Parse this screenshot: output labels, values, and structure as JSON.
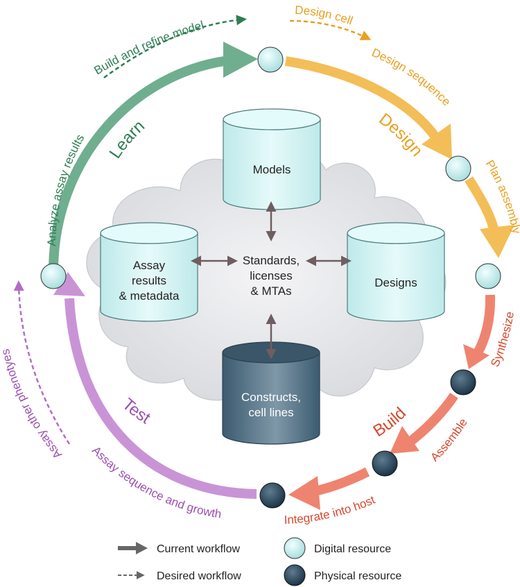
{
  "phases": {
    "learn": "Learn",
    "design": "Design",
    "build": "Build",
    "test": "Test"
  },
  "steps": {
    "build_refine_model": "Build and refine model",
    "design_cell": "Design cell",
    "design_sequence": "Design sequence",
    "plan_assembly": "Plan assembly",
    "synthesize": "Synthesize",
    "assemble": "Assemble",
    "integrate_into_host": "Integrate into host",
    "assay_sequence_growth": "Assay sequence and growth",
    "assay_other_phenotypes": "Assay other phenotyes",
    "analyze_assay_results": "Analyze assay results"
  },
  "databases": {
    "models": "Models",
    "assay_line1": "Assay",
    "assay_line2": "results",
    "assay_line3": "& metadata",
    "designs": "Designs",
    "constructs_line1": "Constructs,",
    "constructs_line2": "cell lines",
    "center_line1": "Standards,",
    "center_line2": "licenses",
    "center_line3": "& MTAs"
  },
  "legend": {
    "current_workflow": "Current workflow",
    "desired_workflow": "Desired workflow",
    "digital_resource": "Digital resource",
    "physical_resource": "Physical resource"
  },
  "colors": {
    "learn": "#6fae8f",
    "learn_text": "#2e7d53",
    "design": "#f3be57",
    "design_text": "#e8a01f",
    "build": "#ee8470",
    "build_text": "#d9482d",
    "test": "#c994d6",
    "test_text": "#9b4fb0",
    "digital": "#cdf1f1",
    "physical": "#2c4a5e"
  }
}
